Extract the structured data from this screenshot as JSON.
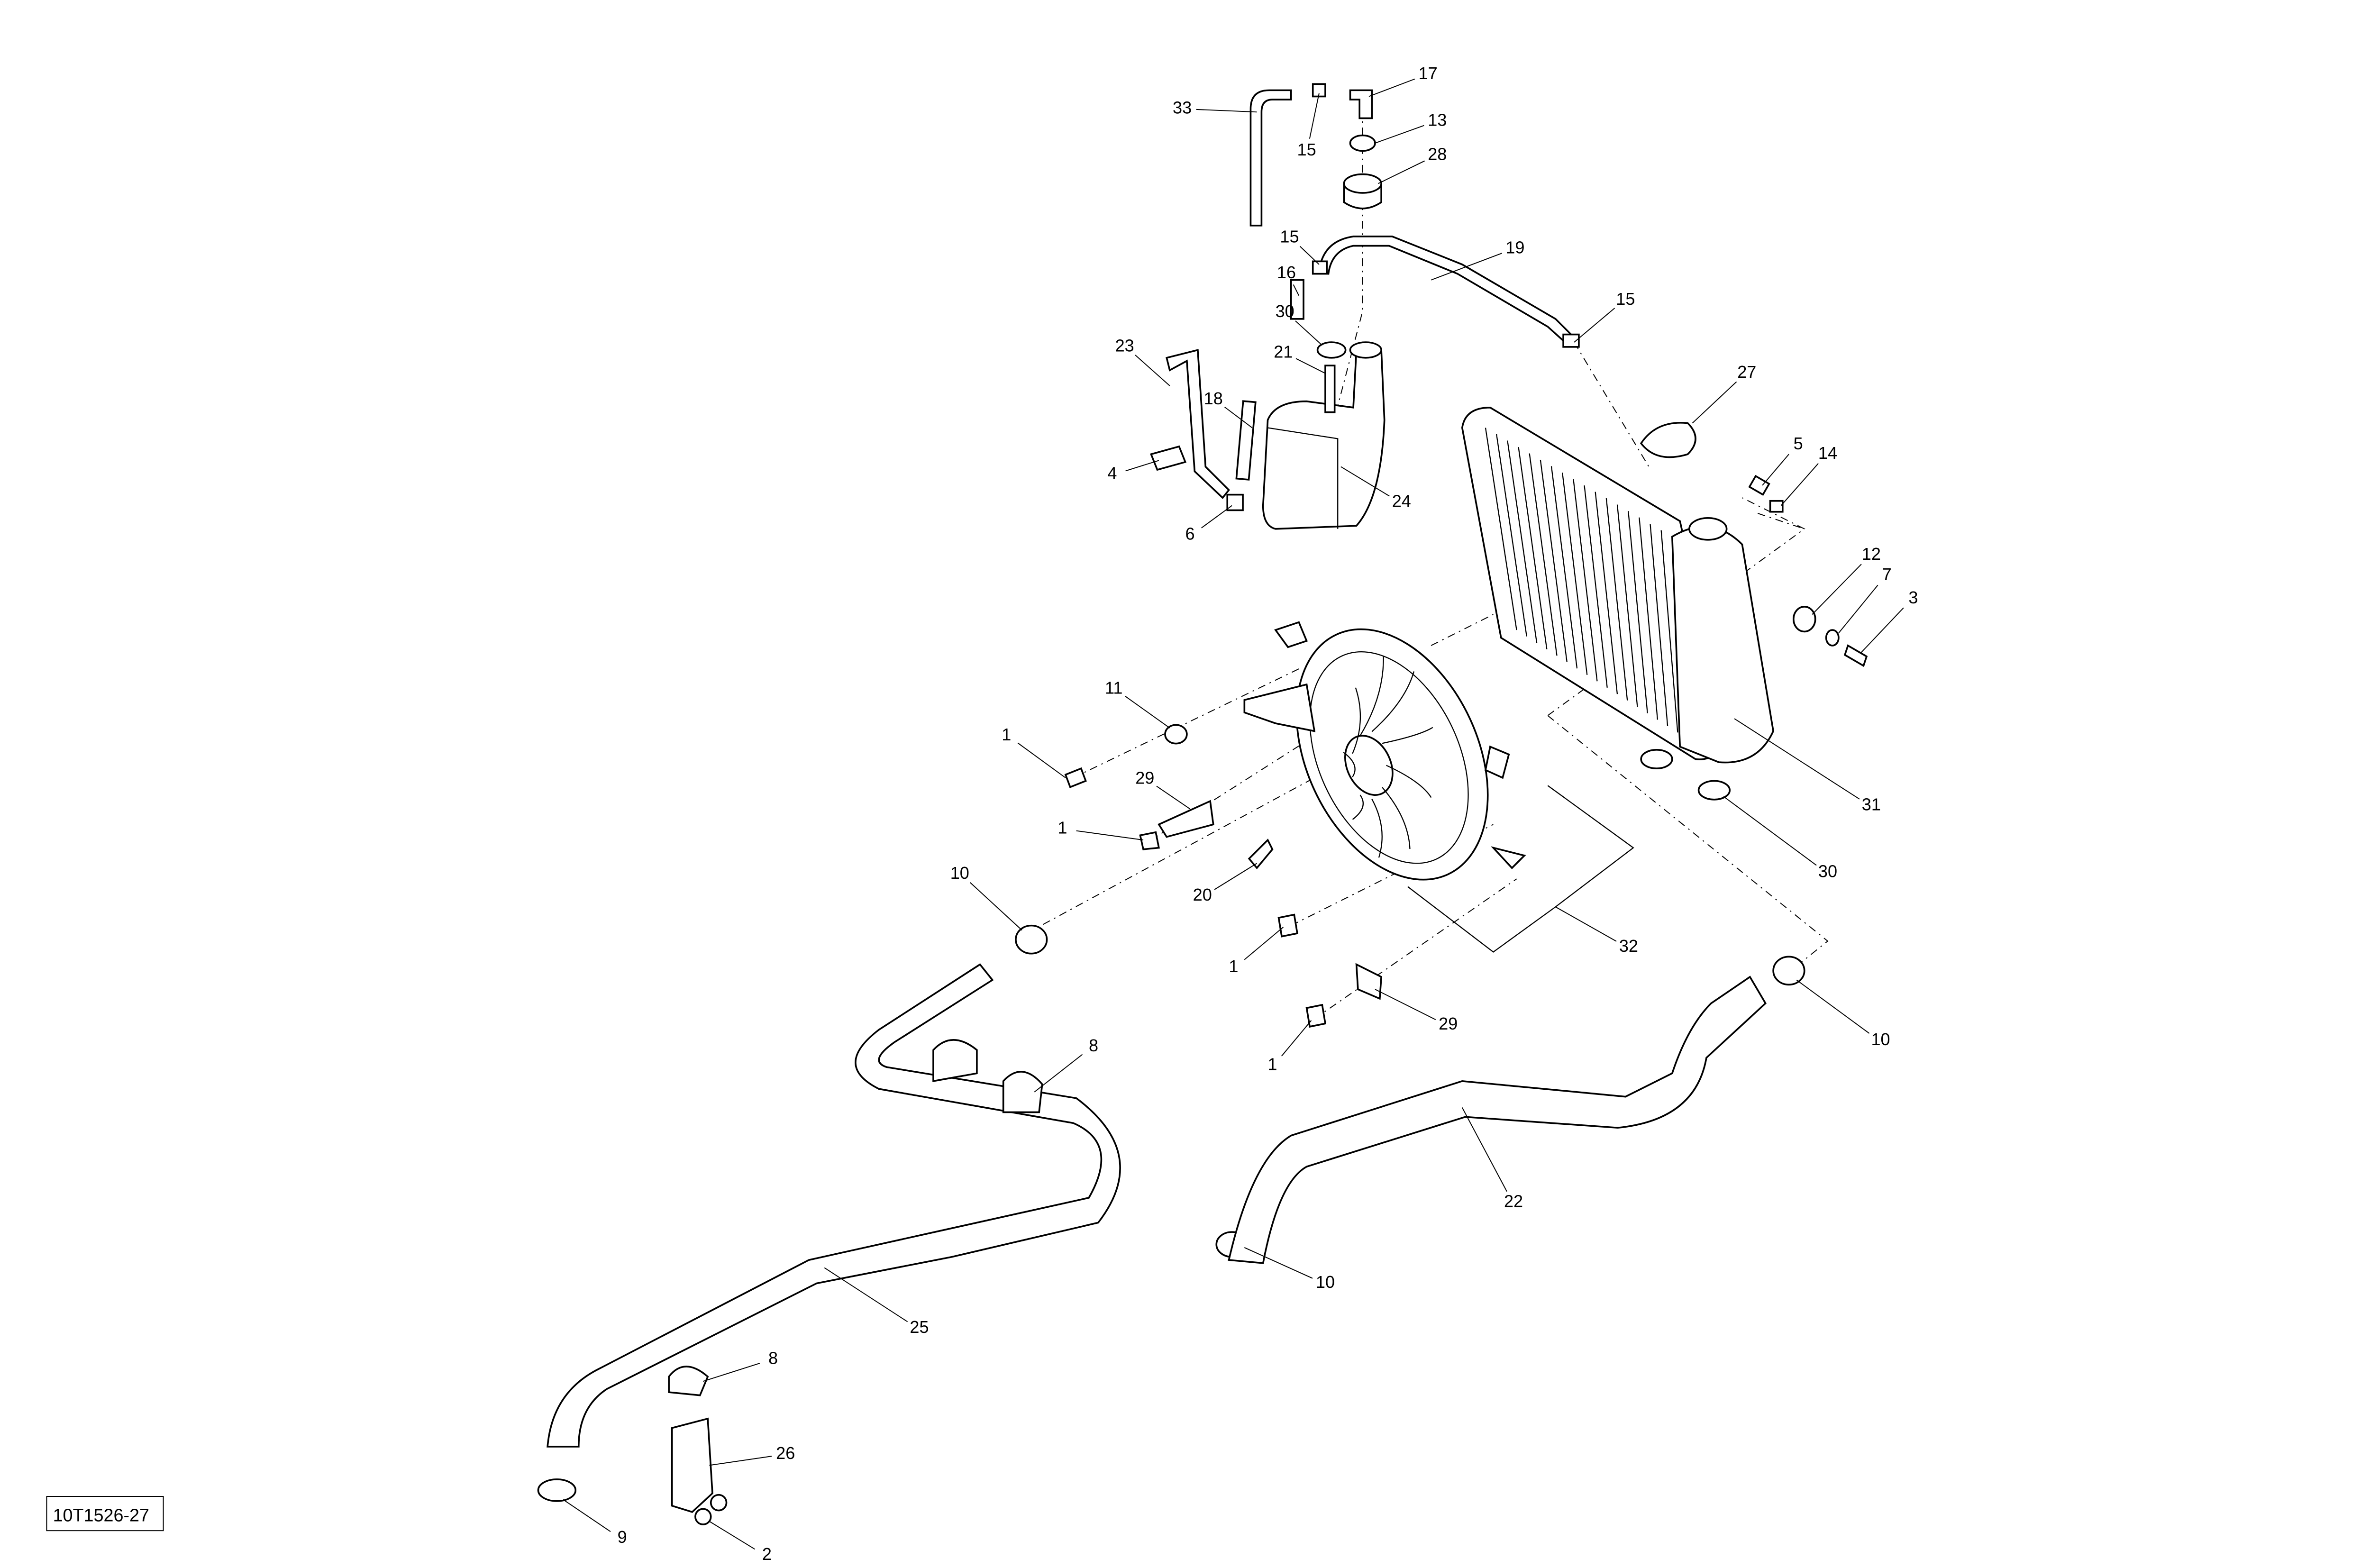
{
  "diagram": {
    "reference_code": "10T1526-27",
    "callouts": [
      "33",
      "15",
      "17",
      "13",
      "28",
      "15",
      "19",
      "16",
      "30",
      "15",
      "21",
      "23",
      "18",
      "27",
      "4",
      "24",
      "6",
      "5",
      "14",
      "12",
      "7",
      "3",
      "11",
      "1",
      "29",
      "1",
      "20",
      "31",
      "30",
      "10",
      "32",
      "1",
      "29",
      "1",
      "10",
      "8",
      "22",
      "10",
      "25",
      "8",
      "26",
      "9",
      "2"
    ]
  }
}
